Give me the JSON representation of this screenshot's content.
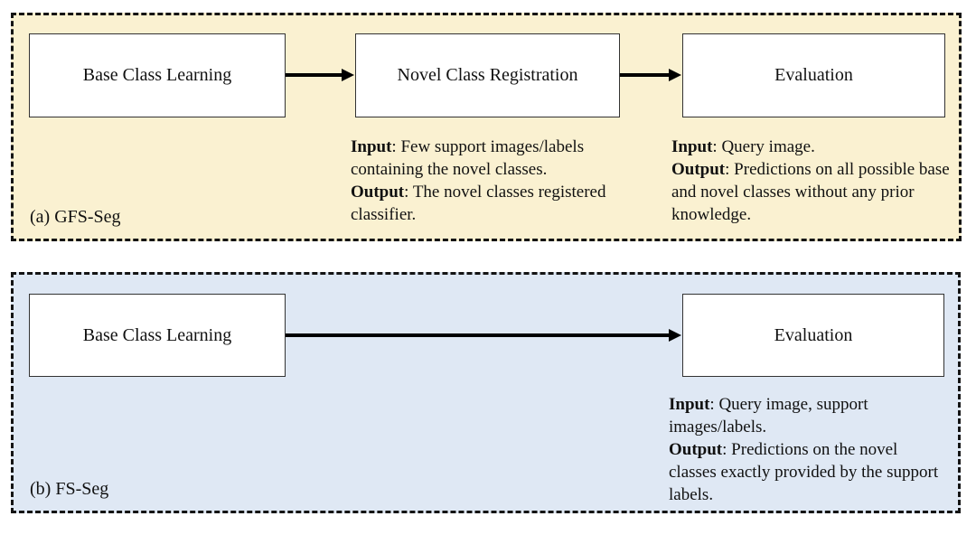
{
  "colors": {
    "panel_a_bg": "#faf1d1",
    "panel_b_bg": "#dfe8f4",
    "box_bg": "#ffffff",
    "stroke": "#000000"
  },
  "panel_a": {
    "label": "(a) GFS-Seg",
    "boxes": {
      "box1": "Base Class Learning",
      "box2": "Novel Class Registration",
      "box3": "Evaluation"
    },
    "note_registration": {
      "input_label": "Input",
      "input_text": ": Few support images/labels containing the novel classes.",
      "output_label": "Output",
      "output_text": ": The novel classes registered classifier."
    },
    "note_evaluation": {
      "input_label": "Input",
      "input_text": ": Query image.",
      "output_label": "Output",
      "output_text": ": Predictions on all possible base and novel classes without any prior knowledge."
    }
  },
  "panel_b": {
    "label": "(b) FS-Seg",
    "boxes": {
      "box1": "Base Class Learning",
      "box2": "Evaluation"
    },
    "note_evaluation": {
      "input_label": "Input",
      "input_text": ": Query image, support images/labels.",
      "output_label": "Output",
      "output_text": ": Predictions on the novel classes exactly provided by the support labels."
    }
  }
}
